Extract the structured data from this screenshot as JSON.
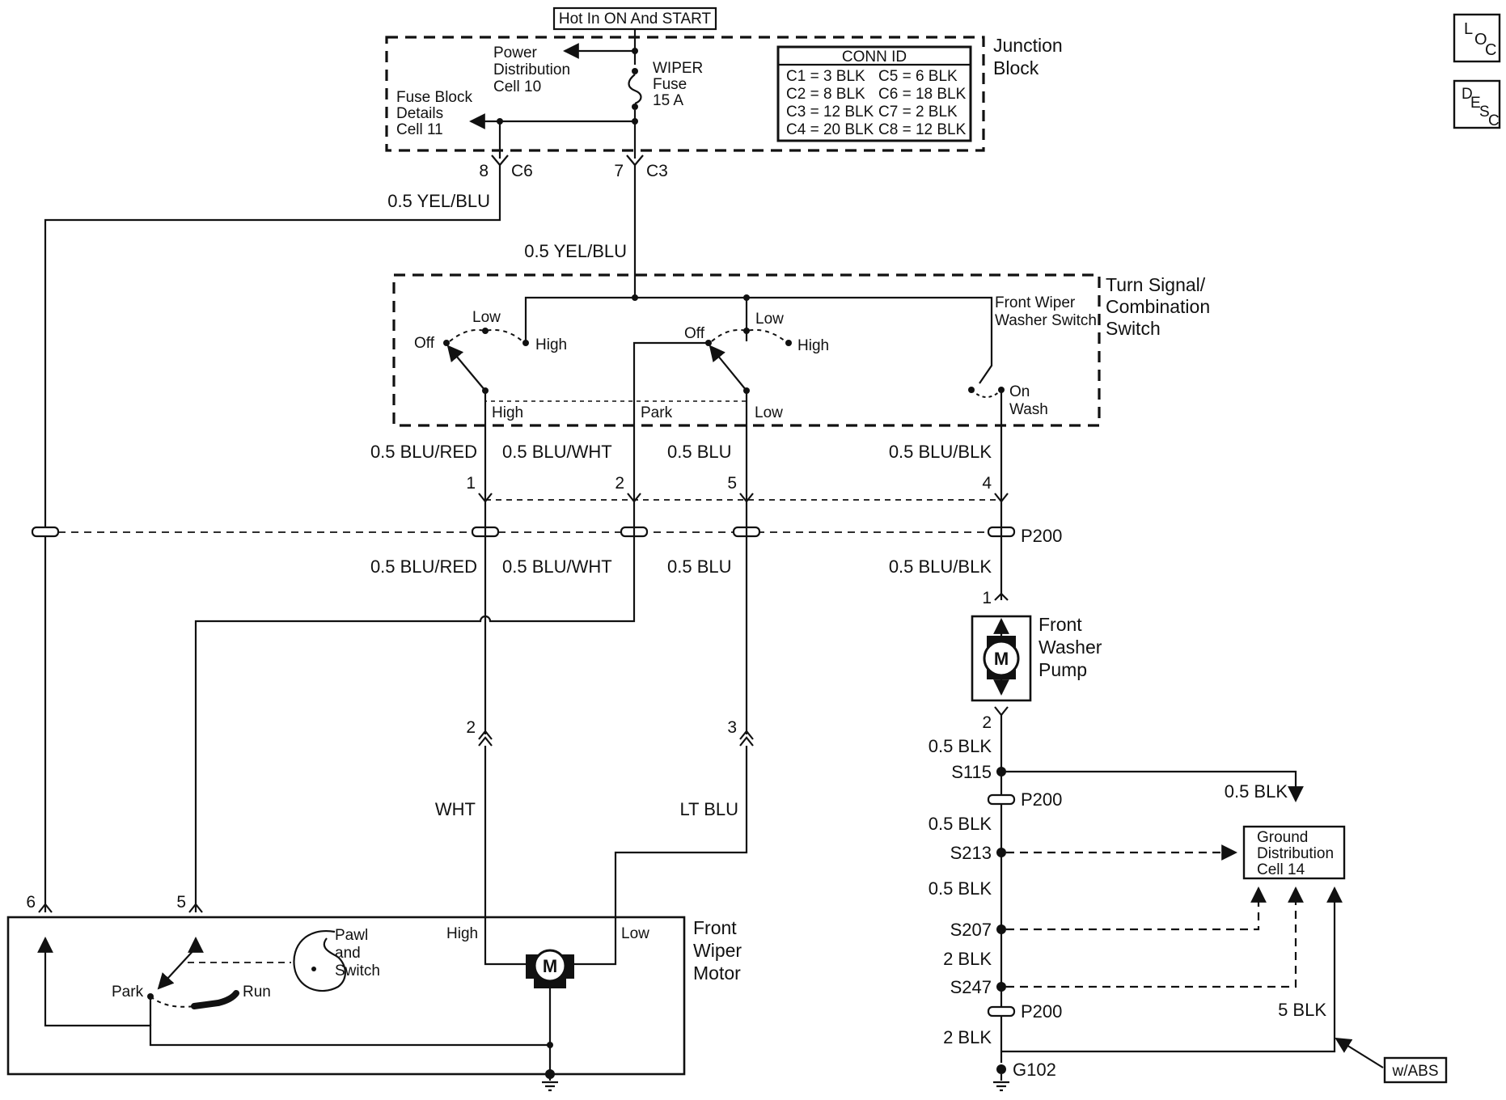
{
  "junction": {
    "power_label": "Hot In ON And START",
    "block_label_1": "Junction",
    "block_label_2": "Block",
    "power_dist": [
      "Power",
      "Distribution",
      "Cell 10"
    ],
    "fuse_details": [
      "Fuse Block",
      "Details",
      "Cell 11"
    ],
    "fuse": [
      "WIPER",
      "Fuse",
      "15 A"
    ],
    "conn_title": "CONN ID",
    "conn_ids": [
      "C1 = 3 BLK",
      "C2 = 8 BLK",
      "C3 = 12 BLK",
      "C4 = 20 BLK",
      "C5 = 6 BLK",
      "C6 = 18 BLK",
      "C7 = 2 BLK",
      "C8 = 12 BLK"
    ]
  },
  "connectors_top": {
    "left_pin": "8",
    "left_conn": "C6",
    "right_pin": "7",
    "right_conn": "C3"
  },
  "wires": {
    "yel_blu_left": "0.5 YEL/BLU",
    "yel_blu_center": "0.5 YEL/BLU",
    "blu_red": "0.5 BLU/RED",
    "blu_wht": "0.5 BLU/WHT",
    "blu": "0.5 BLU",
    "blu_blk": "0.5 BLU/BLK",
    "blu_red_2": "0.5 BLU/RED",
    "blu_wht_2": "0.5 BLU/WHT",
    "blu_2": "0.5 BLU",
    "blu_blk_2": "0.5 BLU/BLK",
    "wht": "WHT",
    "lt_blu": "LT BLU",
    "blk_1": "0.5 BLK",
    "blk_2": "0.5 BLK",
    "blk_3": "0.5 BLK",
    "blk_gd": "0.5 BLK",
    "blk_4": "2 BLK",
    "blk_5": "2 BLK",
    "blk_6": "5 BLK"
  },
  "switch": {
    "title": [
      "Turn Signal/",
      "Combination",
      "Switch"
    ],
    "washer_switch": [
      "Front Wiper",
      "Washer Switch"
    ],
    "left_positions": {
      "off": "Off",
      "low": "Low",
      "high": "High",
      "bottom": "High"
    },
    "center_positions": {
      "off": "Off",
      "low": "Low",
      "high": "High",
      "park": "Park",
      "bottom": "Low"
    },
    "washer_positions": {
      "on": "On",
      "wash": "Wash"
    }
  },
  "switch_pins": [
    "1",
    "2",
    "5",
    "4"
  ],
  "p200": "P200",
  "pump": {
    "title": [
      "Front",
      "Washer",
      "Pump"
    ],
    "symbol": "M",
    "pin_top": "1",
    "pin_bottom": "2"
  },
  "splices": {
    "s115": "S115",
    "s213": "S213",
    "s207": "S207",
    "s247": "S247"
  },
  "ground": {
    "g102": "G102",
    "distribution": [
      "Ground",
      "Distribution",
      "Cell 14"
    ],
    "w_abs": "w/ABS"
  },
  "motor": {
    "title": [
      "Front",
      "Wiper",
      "Motor"
    ],
    "symbol": "M",
    "high": "High",
    "low": "Low",
    "park": "Park",
    "run": "Run",
    "pawl": [
      "Pawl",
      "and",
      "Switch"
    ],
    "pin_6": "6",
    "pin_5": "5",
    "pin_2": "2",
    "pin_3": "3"
  },
  "side_buttons": {
    "loc": {
      "l": "L",
      "o": "O",
      "c": "C"
    },
    "desc": {
      "d": "D",
      "e": "E",
      "s": "S",
      "c": "C"
    }
  }
}
